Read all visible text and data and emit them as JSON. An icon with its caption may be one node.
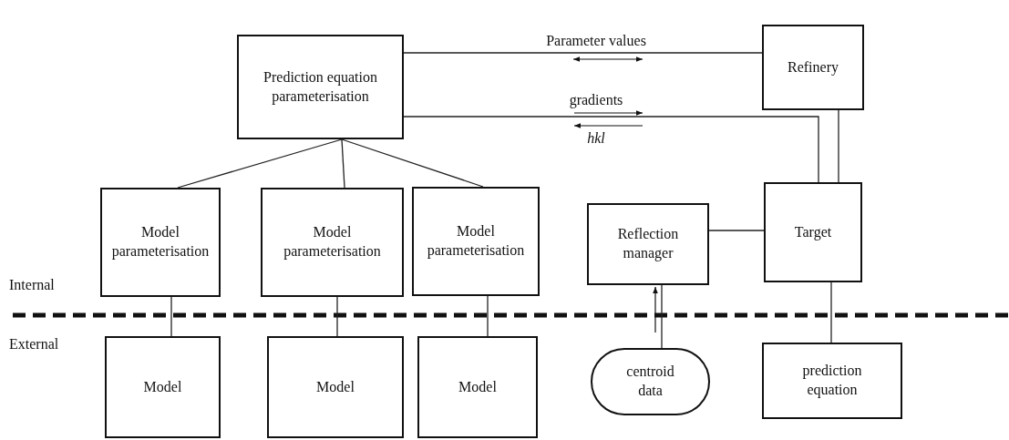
{
  "diagram": {
    "nodes": [
      {
        "text": [
          "Prediction equation parameterisation"
        ]
      },
      {
        "text": [
          "Refinery"
        ]
      },
      {
        "text": [
          "Model parameterisation"
        ]
      },
      {
        "text": [
          "Model parameterisation"
        ]
      },
      {
        "text": [
          "Model parameterisation"
        ]
      },
      {
        "text": [
          "Reflection manager"
        ]
      },
      {
        "text": [
          "Target"
        ]
      },
      {
        "text": [
          "Model"
        ]
      },
      {
        "text": [
          "Model"
        ]
      },
      {
        "text": [
          "Model"
        ]
      },
      {
        "text": [
          "centroid data"
        ]
      },
      {
        "text": [
          "prediction equation"
        ]
      }
    ],
    "edges": [
      {
        "from": 0,
        "to": 1,
        "arrow": "none"
      },
      {
        "from": 0,
        "to": 6,
        "arrow": "none"
      },
      {
        "from": 1,
        "to": 6,
        "arrow": "none"
      },
      {
        "from": 0,
        "to": 2,
        "arrow": "none"
      },
      {
        "from": 0,
        "to": 3,
        "arrow": "none"
      },
      {
        "from": 0,
        "to": 4,
        "arrow": "none"
      },
      {
        "from": 2,
        "to": 7,
        "arrow": "none"
      },
      {
        "from": 3,
        "to": 8,
        "arrow": "none"
      },
      {
        "from": 4,
        "to": 9,
        "arrow": "none"
      },
      {
        "from": 5,
        "to": 6,
        "arrow": "none"
      },
      {
        "from": 10,
        "to": 5,
        "arrow": "none"
      },
      {
        "from": 6,
        "to": 11,
        "arrow": "none"
      }
    ],
    "labels": [
      "Parameter values",
      "gradients",
      "hkl",
      "Internal",
      "External"
    ]
  }
}
